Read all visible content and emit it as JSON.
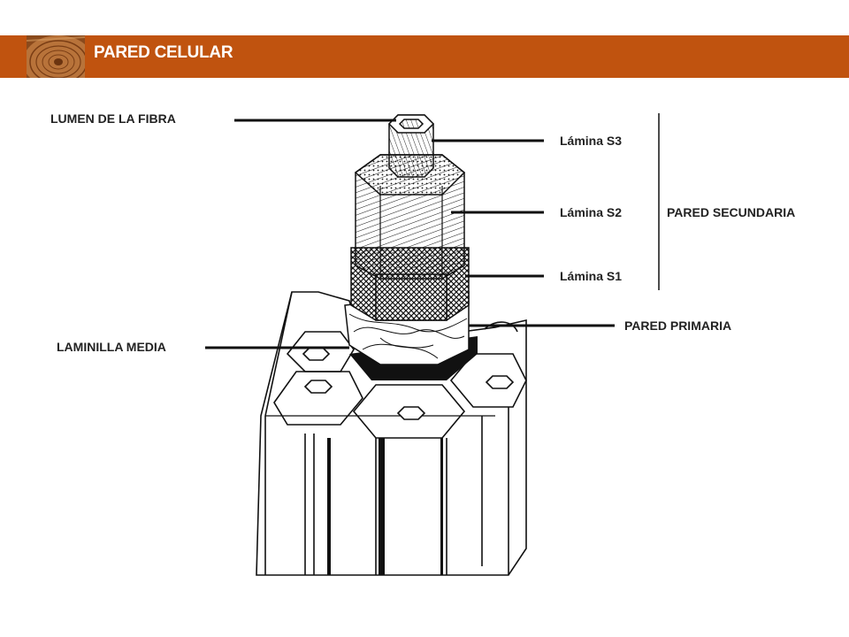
{
  "header": {
    "title": "PARED CELULAR",
    "bar_color": "#c0530f",
    "logo_icon": "wood-cross-section-icon"
  },
  "labels": {
    "lumen": "LUMEN DE LA FIBRA",
    "s3": "Lámina S3",
    "s2": "Lámina S2",
    "s1": "Lámina S1",
    "secondary_wall": "PARED SECUNDARIA",
    "primary_wall": "PARED PRIMARIA",
    "middle_lamella": "LAMINILLA MEDIA"
  }
}
